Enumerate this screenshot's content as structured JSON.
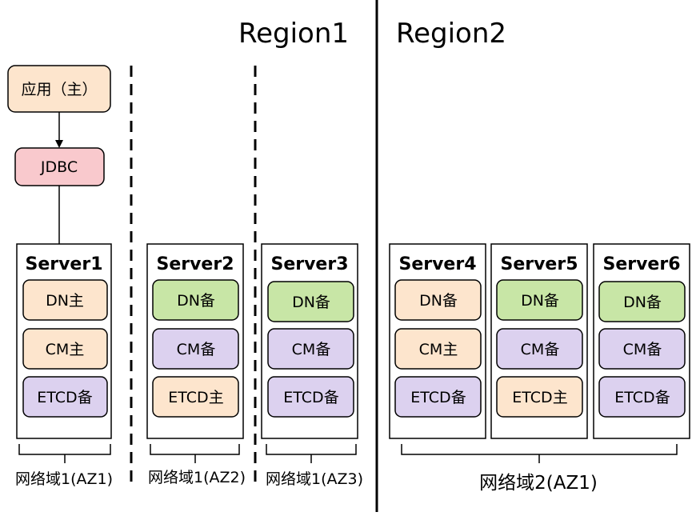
{
  "colors": {
    "orange_fill": "#FDE5CD",
    "green_fill": "#C8E6A6",
    "purple_fill": "#DCD1EF",
    "pink_fill": "#F9C9CD",
    "border": "#000000"
  },
  "regions": [
    "Region1",
    "Region2"
  ],
  "app": {
    "label": "应用（主）",
    "color": "orange"
  },
  "jdbc": {
    "label": "JDBC",
    "color": "pink"
  },
  "servers": [
    {
      "title": "Server1",
      "nodes": [
        {
          "label": "DN主",
          "color": "orange"
        },
        {
          "label": "CM主",
          "color": "orange"
        },
        {
          "label": "ETCD备",
          "color": "purple"
        }
      ]
    },
    {
      "title": "Server2",
      "nodes": [
        {
          "label": "DN备",
          "color": "green"
        },
        {
          "label": "CM备",
          "color": "purple"
        },
        {
          "label": "ETCD主",
          "color": "orange"
        }
      ]
    },
    {
      "title": "Server3",
      "nodes": [
        {
          "label": "DN备",
          "color": "green"
        },
        {
          "label": "CM备",
          "color": "purple"
        },
        {
          "label": "ETCD备",
          "color": "purple"
        }
      ]
    },
    {
      "title": "Server4",
      "nodes": [
        {
          "label": "DN备",
          "color": "orange"
        },
        {
          "label": "CM主",
          "color": "orange"
        },
        {
          "label": "ETCD备",
          "color": "purple"
        }
      ]
    },
    {
      "title": "Server5",
      "nodes": [
        {
          "label": "DN备",
          "color": "green"
        },
        {
          "label": "CM备",
          "color": "purple"
        },
        {
          "label": "ETCD主",
          "color": "orange"
        }
      ]
    },
    {
      "title": "Server6",
      "nodes": [
        {
          "label": "DN备",
          "color": "green"
        },
        {
          "label": "CM备",
          "color": "purple"
        },
        {
          "label": "ETCD备",
          "color": "purple"
        }
      ]
    }
  ],
  "zones": [
    "网络域1(AZ1)",
    "网络域1(AZ2)",
    "网络域1(AZ3)",
    "网络域2(AZ1)"
  ]
}
